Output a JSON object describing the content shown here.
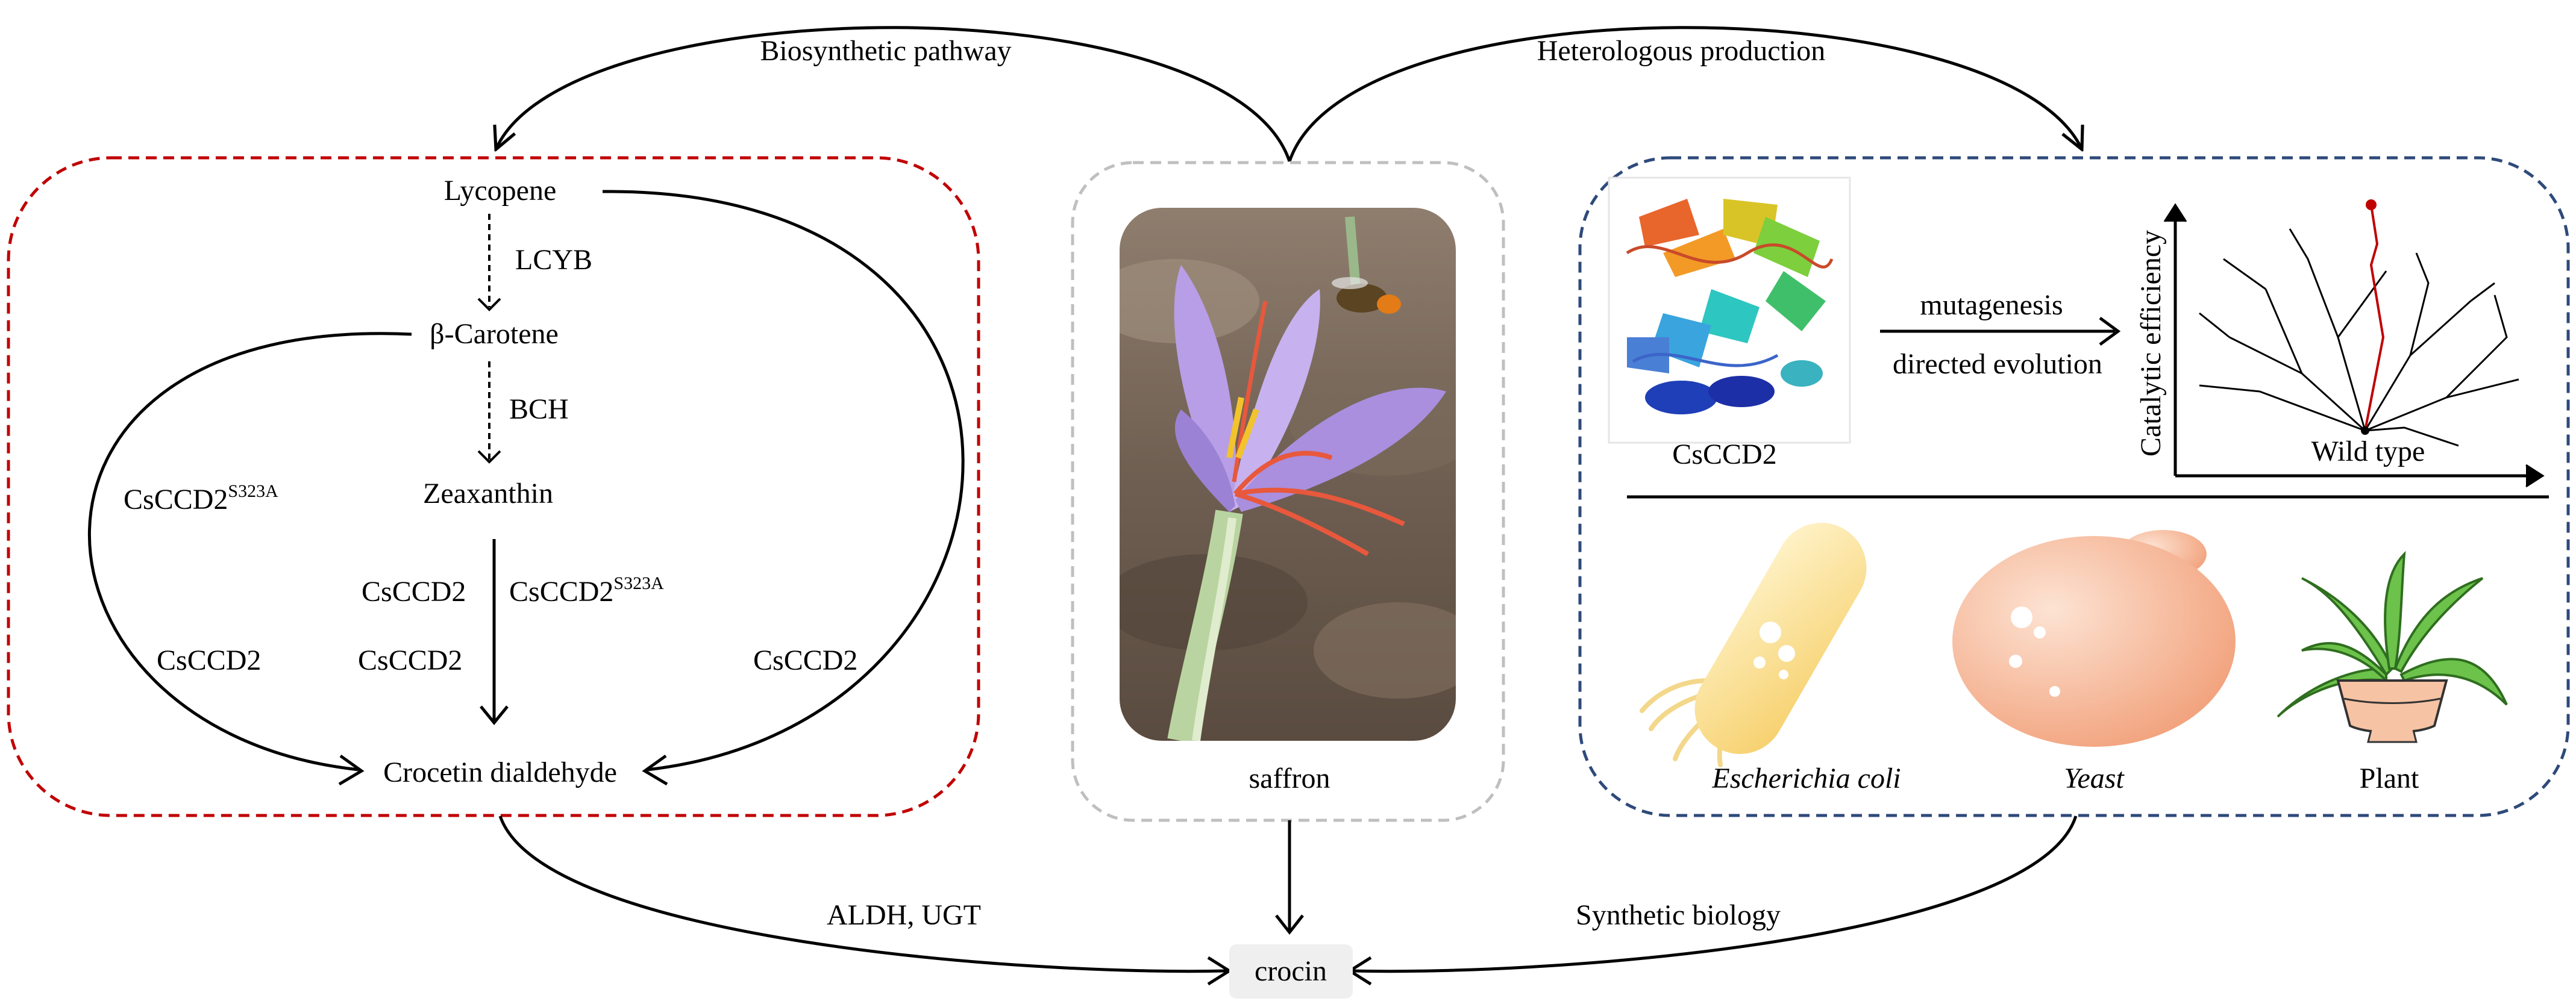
{
  "top_arrows": {
    "left_label": "Biosynthetic pathway",
    "right_label": "Heterologous production"
  },
  "pathway": {
    "lycopene": "Lycopene",
    "lcyb": "LCYB",
    "beta_carotene": "β-Carotene",
    "bch": "BCH",
    "zeaxanthin": "Zeaxanthin",
    "crocetin": "Crocetin dialdehyde",
    "enzyme_main": "CsCCD2",
    "enzyme_mutant": "S323A",
    "colors": {
      "left_box": "#c00000",
      "purple": "#7030a0",
      "red": "#ff0000",
      "green": "#00a050"
    }
  },
  "saffron": {
    "label": "saffron",
    "box_color": "#bfbfbf"
  },
  "heterologous": {
    "protein_label": "CsCCD2",
    "mutagenesis": "mutagenesis",
    "directed_evolution": "directed evolution",
    "y_axis": "Catalytic efficiency",
    "wild_type": "Wild type",
    "ecoli": "Escherichia coli",
    "yeast": "Yeast",
    "plant": "Plant",
    "box_color": "#2f4a7a"
  },
  "bottom": {
    "left_label": "ALDH, UGT",
    "right_label": "Synthetic biology",
    "product": "crocin"
  }
}
